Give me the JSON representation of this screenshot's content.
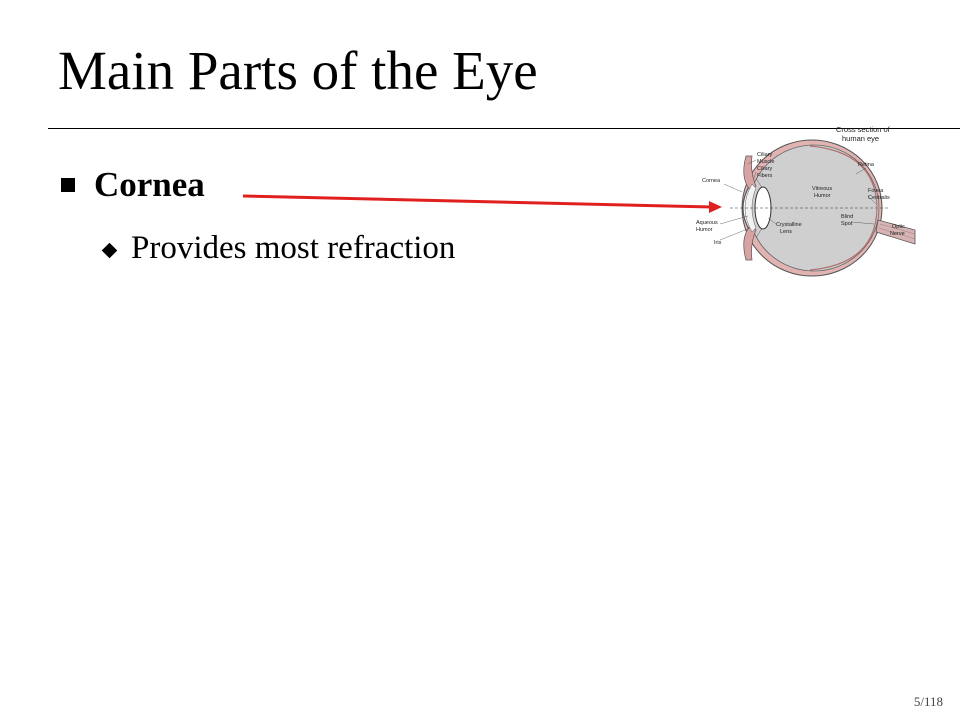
{
  "slide": {
    "title": "Main Parts of the Eye",
    "bullets": [
      {
        "text": "Cornea",
        "level": 1,
        "bold": true
      },
      {
        "text": "Provides most refraction",
        "level": 2,
        "bold": false
      }
    ],
    "page_number": "5/118"
  },
  "figure": {
    "caption": "Cross section of human eye",
    "caption_line1": "Cross section of",
    "caption_line2": "human eye",
    "labels": {
      "ciliary_muscle_1": "Ciliary",
      "ciliary_muscle_2": "Muscle",
      "ciliary_fibers_1": "Ciliary",
      "ciliary_fibers_2": "Fibers",
      "cornea": "Cornea",
      "aqueous_humor_1": "Aqueous",
      "aqueous_humor_2": "Humor",
      "iris": "Iris",
      "crystalline_lens_1": "Crystalline",
      "crystalline_lens_2": "Lens",
      "vitreous_humor_1": "Vitreous",
      "vitreous_humor_2": "Humor",
      "retina": "Retina",
      "fovea_centralis_1": "Fovea",
      "fovea_centralis_2": "Centralis",
      "blind_spot_1": "Blind",
      "blind_spot_2": "Spot",
      "optic_nerve_1": "Optic",
      "optic_nerve_2": "Nerve"
    },
    "colors": {
      "vitreous_fill": "#cfcfcf",
      "sclera_tint": "#e2b3b3",
      "outline": "#555555"
    }
  },
  "arrow": {
    "color": "#e0201e"
  }
}
